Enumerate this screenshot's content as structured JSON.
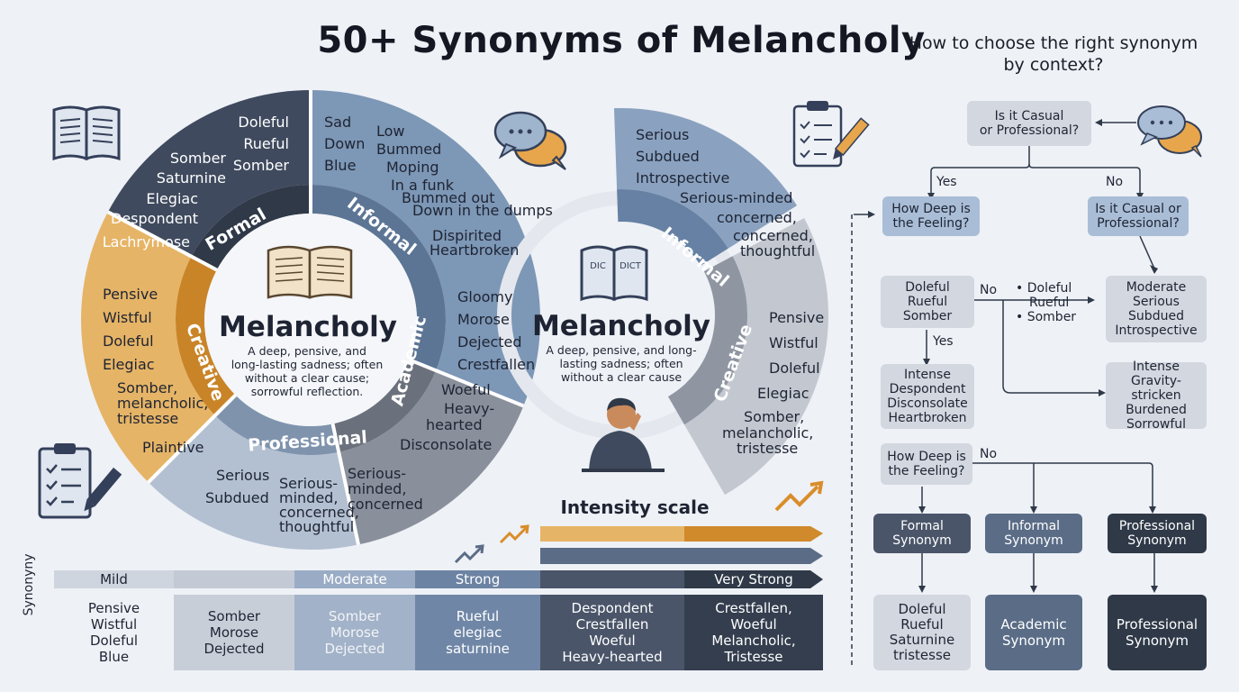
{
  "title": "50+ Synonyms of Melancholy",
  "flowchart_title": "How to choose the right synonym by context?",
  "wheel_left": {
    "center_title": "Melancholy",
    "center_desc": "A deep, pensive, and long-lasting sadness; often without a clear cause; sorrowful reflection.",
    "sectors": {
      "formal": {
        "label": "Formal",
        "words": [
          "Doleful",
          "Rueful",
          "Somber",
          "Somber",
          "Saturnine",
          "Elegiac",
          "Despondent",
          "Lachrymose"
        ]
      },
      "informal": {
        "label": "Informal",
        "words": [
          "Sad",
          "Down",
          "Blue",
          "Low",
          "Bummed",
          "Moping",
          "In a funk",
          "Bummed out",
          "Down in the dumps",
          "Dispirited",
          "Heartbroken"
        ]
      },
      "academic": {
        "label": "Academic",
        "words": [
          "Gloomy",
          "Morose",
          "Dejected",
          "Crestfallen",
          "Woeful",
          "Heavy-hearted",
          "Disconsolate"
        ]
      },
      "professional": {
        "label": "Professional",
        "words": [
          "Serious",
          "Subdued",
          "Serious-minded, concerned, thoughtful",
          "Serious-minded, concerned"
        ]
      },
      "creative": {
        "label": "Creative",
        "words": [
          "Pensive",
          "Wistful",
          "Doleful",
          "Elegiac",
          "Somber, melancholic, tristesse",
          "Plaintive"
        ]
      }
    }
  },
  "wheel_right": {
    "center_title": "Melancholy",
    "center_desc": "A deep, pensive, and long-lasting sadness; often without a clear cause",
    "book_left": "DIC",
    "book_right": "DICT",
    "informal": {
      "label": "Informal",
      "words": [
        "Serious",
        "Subdued",
        "Introspective",
        "Serious-minded",
        "concerned,",
        "concerned,",
        "thoughtful"
      ]
    },
    "creative": {
      "label": "Creative",
      "words": [
        "Pensive",
        "Wistful",
        "Doleful",
        "Elegiac",
        "Somber, melancholic, tristesse"
      ]
    }
  },
  "intensity": {
    "title": "Intensity scale",
    "levels": [
      "Mild",
      "Moderate",
      "Strong",
      "Very Strong"
    ],
    "row_label": "Synonyny",
    "cells": [
      "Pensive\nWistful\nDoleful\nBlue",
      "Somber\nMorose\nDejected",
      "Somber\nMorose\nDejected",
      "Rueful\nelegiac\nsaturnine",
      "Despondent\nCrestfallen\nWoeful\nHeavy-hearted",
      "Crestfallen,\nWoeful\nMelancholic,\nTristesse"
    ]
  },
  "flowchart": {
    "q_casual": "Is it Casual\nor Professional?",
    "yes": "Yes",
    "no": "No",
    "q_deep": "How Deep is\nthe Feeling?",
    "q_casual2": "Is it Casual or\nProfessional?",
    "mild_box": "Doleful\nRueful\nSomber",
    "no_label": "No",
    "bullets": [
      "Doleful",
      "Rueful",
      "Somber"
    ],
    "yes_label": "Yes",
    "moderate_box": "Moderate\nSerious\nSubdued\nIntrospective",
    "intense_box_left": "Intense\nDespondent\nDisconsolate\nHeartbroken",
    "intense_box_right": "Intense\nGravity-stricken\nBurdened\nSorrowful",
    "q_deep2": "How Deep is\nthe Feeling?",
    "no_label2": "No",
    "formal_syn": "Formal\nSynonym",
    "informal_syn": "Informal\nSynonym",
    "professional_syn": "Professional\nSynonym",
    "result_formal": "Doleful\nRueful\nSaturnine\ntristesse",
    "result_academic": "Academic\nSynonym",
    "result_professional": "Professional\nSynonym"
  },
  "colors": {
    "formal": "#3f4a5e",
    "informal": "#7d97b6",
    "academic": "#878e9a",
    "professional": "#a3b3c8",
    "creative": "#d89a3d",
    "creative_light": "#e9b766",
    "inner_ring_dark": "#2f3948"
  },
  "icons": [
    "open-book-icon",
    "chat-bubbles-icon",
    "clipboard-checklist-icon",
    "dictionary-icon",
    "thinking-person-icon",
    "trend-arrow-icon"
  ]
}
